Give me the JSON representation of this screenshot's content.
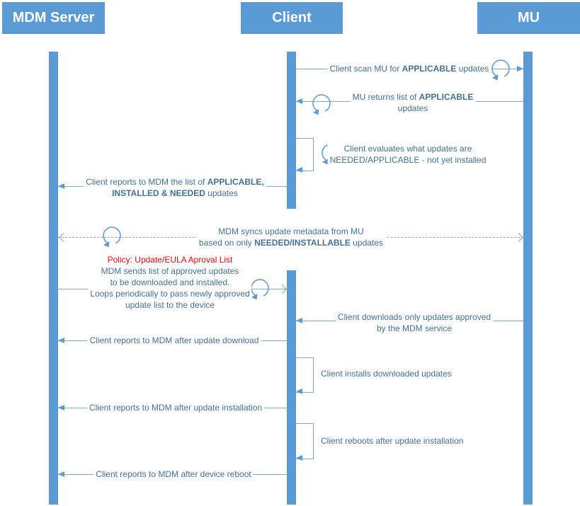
{
  "actors": {
    "mdm": "MDM Server",
    "client": "Client",
    "mu": "MU"
  },
  "colors": {
    "actor_fill": "#5B9BD5",
    "connector_line": "#7EA9DC",
    "arrowhead": "#5B9BD5",
    "message_text": "#41719C",
    "policy_text": "#FF0000"
  },
  "messages": {
    "scan": {
      "from": "Client",
      "to": "MU",
      "style": "solid",
      "lines": [
        [
          {
            "t": "Client scan MU for "
          },
          {
            "t": "APPLICABLE",
            "b": true
          },
          {
            "t": " updates"
          }
        ]
      ]
    },
    "returns": {
      "from": "MU",
      "to": "Client",
      "style": "solid",
      "lines": [
        [
          {
            "t": "MU returns list of "
          },
          {
            "t": "APPLICABLE",
            "b": true
          }
        ],
        [
          {
            "t": "updates"
          }
        ]
      ]
    },
    "evaluates": {
      "from": "Client",
      "to": "Client",
      "style": "self",
      "lines": [
        [
          {
            "t": "Client evaluates what updates are"
          }
        ],
        [
          {
            "t": "NEEDED/APPLICABLE - not yet installed"
          }
        ]
      ]
    },
    "reports_list": {
      "from": "Client",
      "to": "MDM Server",
      "style": "solid",
      "lines": [
        [
          {
            "t": "Client reports to MDM the list of "
          },
          {
            "t": "APPLICABLE,",
            "b": true
          }
        ],
        [
          {
            "t": "INSTALLED & NEEDED",
            "b": true
          },
          {
            "t": " updates"
          }
        ]
      ]
    },
    "sync": {
      "from": "MDM Server",
      "to": "MU",
      "style": "dashed-bidirectional",
      "lines": [
        [
          {
            "t": "MDM syncs update metadata from MU"
          }
        ],
        [
          {
            "t": "based on only "
          },
          {
            "t": "NEEDED/INSTALLABLE",
            "b": true
          },
          {
            "t": " updates"
          }
        ]
      ]
    },
    "policy": {
      "from": "MDM Server",
      "to": "Client",
      "style": "solid-loop",
      "policy_line": "Policy: Update/EULA Aproval List",
      "lines": [
        [
          {
            "t": "MDM sends list of approved updates"
          }
        ],
        [
          {
            "t": "to be downloaded and installed."
          }
        ],
        [
          {
            "t": "Loops periodically to pass newly approved"
          }
        ],
        [
          {
            "t": "update list to the device"
          }
        ]
      ]
    },
    "downloads": {
      "from": "MU",
      "to": "Client",
      "style": "solid",
      "lines": [
        [
          {
            "t": "Client downloads only updates approved"
          }
        ],
        [
          {
            "t": "by the MDM service"
          }
        ]
      ]
    },
    "report_download": {
      "from": "Client",
      "to": "MDM Server",
      "style": "solid",
      "lines": [
        [
          {
            "t": "Client reports to MDM after update download"
          }
        ]
      ]
    },
    "installs": {
      "from": "Client",
      "to": "Client",
      "style": "self",
      "lines": [
        [
          {
            "t": "Client installs downloaded updates"
          }
        ]
      ]
    },
    "report_install": {
      "from": "Client",
      "to": "MDM Server",
      "style": "solid",
      "lines": [
        [
          {
            "t": "Client reports to MDM after update installation"
          }
        ]
      ]
    },
    "reboots": {
      "from": "Client",
      "to": "Client",
      "style": "self",
      "lines": [
        [
          {
            "t": "Client reboots after update installation"
          }
        ]
      ]
    },
    "report_reboot": {
      "from": "Client",
      "to": "MDM Server",
      "style": "solid",
      "lines": [
        [
          {
            "t": "Client reports to MDM after device reboot"
          }
        ]
      ]
    }
  }
}
